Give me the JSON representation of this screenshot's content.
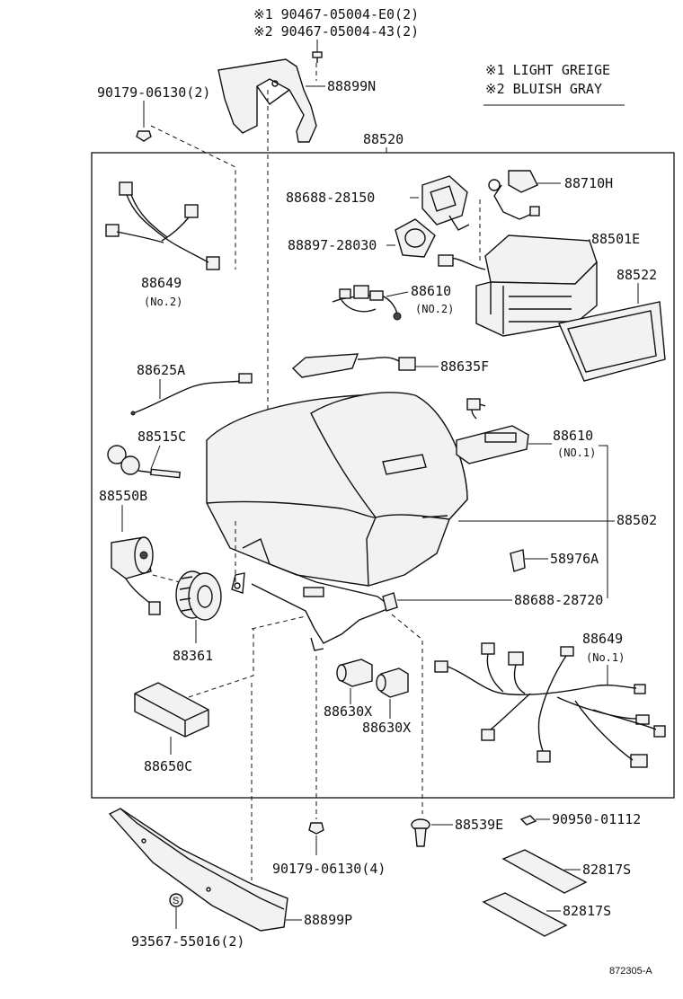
{
  "legend": {
    "line1": "※1 LIGHT GREIGE",
    "line2": "※2 BLUISH GRAY"
  },
  "top_screws": {
    "line1": "※1 90467-05004-E0(2)",
    "line2": "※2 90467-05004-43(2)"
  },
  "labels": {
    "p90179_top": "90179-06130(2)",
    "p88899N": "88899N",
    "p88520": "88520",
    "p88688_28150": "88688-28150",
    "p88710H": "88710H",
    "p88897_28030": "88897-28030",
    "p88501E": "88501E",
    "p88522": "88522",
    "p88649_no2": "88649",
    "p88649_no2_sub": "(No.2)",
    "p88610_no2": "88610",
    "p88610_no2_sub": "(NO.2)",
    "p88625A": "88625A",
    "p88635F": "88635F",
    "p88515C": "88515C",
    "p88610_no1": "88610",
    "p88610_no1_sub": "(NO.1)",
    "p88550B": "88550B",
    "p88502": "88502",
    "p58976A": "58976A",
    "p88688_28720": "88688-28720",
    "p88361": "88361",
    "p88649_no1": "88649",
    "p88649_no1_sub": "(No.1)",
    "p88630X_a": "88630X",
    "p88630X_b": "88630X",
    "p88650C": "88650C",
    "p88539E": "88539E",
    "p90950": "90950-01112",
    "p90179_bottom": "90179-06130(4)",
    "p82817S_a": "82817S",
    "p82817S_b": "82817S",
    "p88899P": "88899P",
    "p93567": "93567-55016(2)"
  },
  "footer_code": "872305-A"
}
